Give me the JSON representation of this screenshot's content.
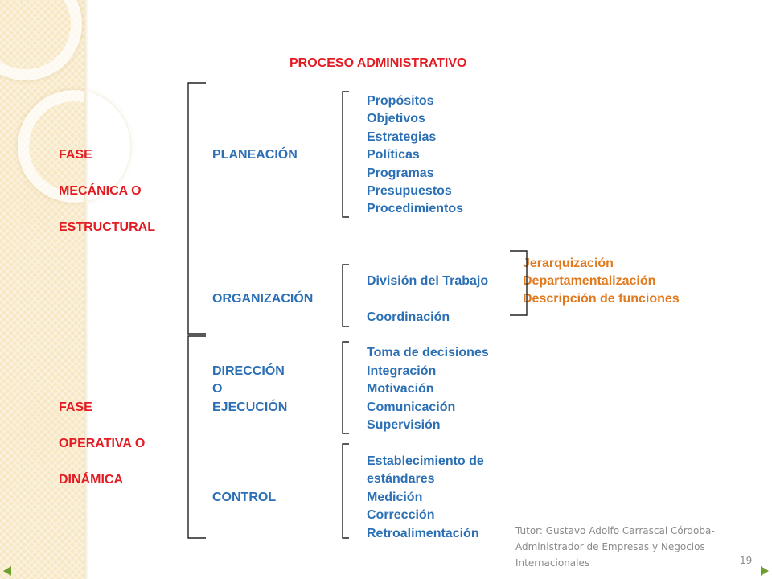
{
  "title": "PROCESO ADMINISTRATIVO",
  "phases": [
    {
      "lines": [
        "FASE",
        "MECÁNICA O",
        "ESTRUCTURAL"
      ]
    },
    {
      "lines": [
        "FASE",
        "OPERATIVA O",
        "DINÁMICA"
      ]
    }
  ],
  "stages": [
    {
      "lines": [
        "PLANEACIÓN"
      ]
    },
    {
      "lines": [
        "ORGANIZACIÓN"
      ]
    },
    {
      "lines": [
        "DIRECCIÓN",
        "O",
        "EJECUCIÓN"
      ]
    },
    {
      "lines": [
        "CONTROL"
      ]
    }
  ],
  "elements": {
    "planeacion": [
      "Propósitos",
      "Objetivos",
      "Estrategias",
      "Políticas",
      "Programas",
      "Presupuestos",
      "Procedimientos"
    ],
    "organizacion": [
      "División del Trabajo",
      "Coordinación"
    ],
    "direccion": [
      "Toma de decisiones",
      "Integración",
      "Motivación",
      "Comunicación",
      "Supervisión"
    ],
    "control": [
      "Establecimiento de",
      "estándares",
      "Medición",
      "Corrección",
      "Retroalimentación"
    ]
  },
  "division_detail": [
    "Jerarquización",
    "Departamentalización",
    "Descripción de funciones"
  ],
  "footer": {
    "lines": [
      "Tutor: Gustavo Adolfo Carrascal Córdoba-",
      "Administrador de Empresas y Negocios",
      "Internacionales"
    ],
    "page_number": "19"
  },
  "colors": {
    "phase": "#e31b23",
    "title": "#e31b23",
    "stage": "#2b6fb4",
    "element": "#2b6fb4",
    "detail": "#e07a1f",
    "footer": "#8a8a8a",
    "nav_arrow": "#6e9e2b"
  }
}
